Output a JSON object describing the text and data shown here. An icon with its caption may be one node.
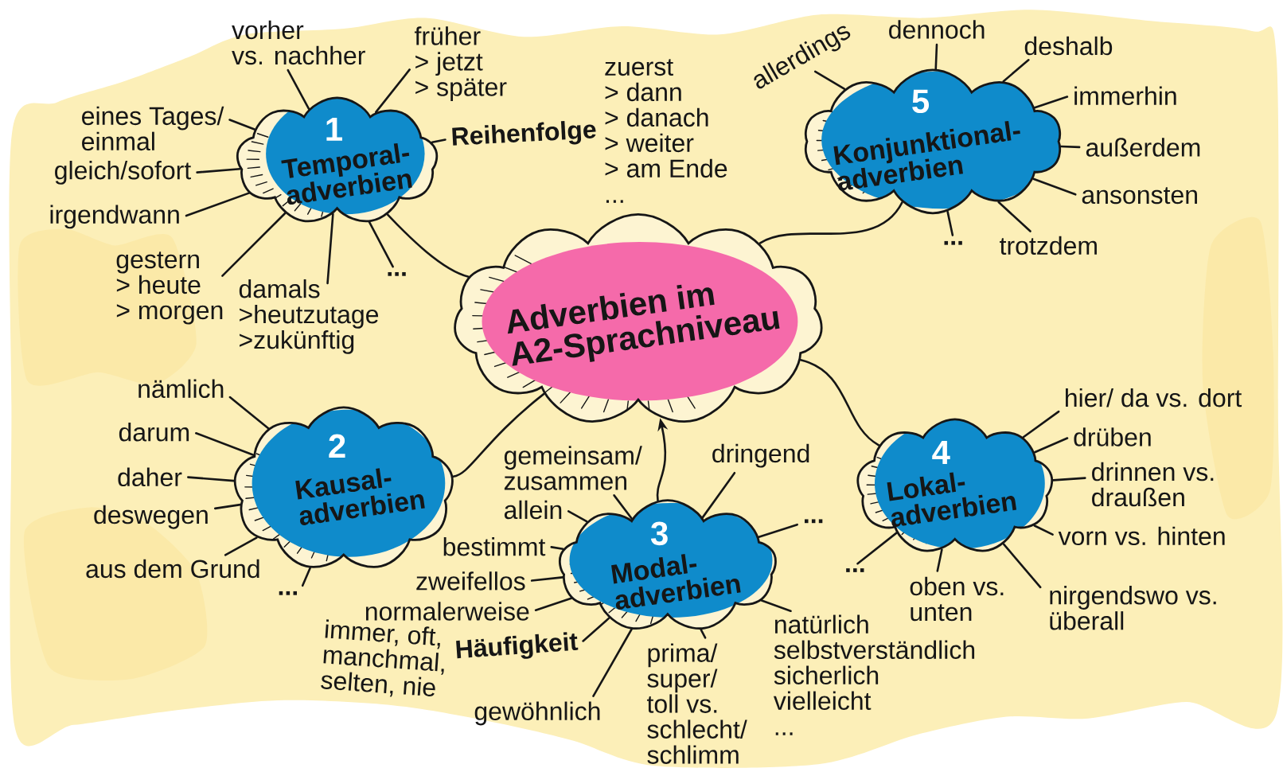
{
  "diagram": {
    "nodes": [
      {
        "text": [
          "Adverbien im A2-Sprachniveau"
        ]
      },
      {
        "text": [
          "1",
          "Temporal- adverbien"
        ]
      },
      {
        "text": [
          "2",
          "Kausal- adverbien"
        ]
      },
      {
        "text": [
          "3",
          "Modal- adverbien"
        ]
      },
      {
        "text": [
          "4",
          "Lokal- adverbien"
        ]
      },
      {
        "text": [
          "5",
          "Konjunktional- adverbien"
        ]
      },
      {
        "text": [
          "vorher vs. nachher"
        ]
      },
      {
        "text": [
          "früher > jetzt > später"
        ]
      },
      {
        "text": [
          "Reihenfolge"
        ],
        "beside": [
          "zuerst > dann > danach > weiter > am Ende ..."
        ]
      },
      {
        "text": [
          "eines Tages/ einmal"
        ]
      },
      {
        "text": [
          "gleich/sofort"
        ]
      },
      {
        "text": [
          "irgendwann"
        ]
      },
      {
        "text": [
          "gestern > heute > morgen"
        ]
      },
      {
        "text": [
          "damals >heutzutage >zukünftig"
        ]
      },
      {
        "text": [
          "..."
        ]
      },
      {
        "text": [
          "nämlich"
        ]
      },
      {
        "text": [
          "darum"
        ]
      },
      {
        "text": [
          "daher"
        ]
      },
      {
        "text": [
          "deswegen"
        ]
      },
      {
        "text": [
          "aus dem Grund"
        ]
      },
      {
        "text": [
          "..."
        ]
      },
      {
        "text": [
          "gemeinsam/ zusammen"
        ]
      },
      {
        "text": [
          "dringend"
        ]
      },
      {
        "text": [
          "allein"
        ]
      },
      {
        "text": [
          "..."
        ]
      },
      {
        "text": [
          "bestimmt"
        ]
      },
      {
        "text": [
          "zweifellos"
        ]
      },
      {
        "text": [
          "normalerweise"
        ]
      },
      {
        "text": [
          "Häufigkeit"
        ],
        "beside": [
          "immer, oft, manchmal, selten, nie"
        ]
      },
      {
        "text": [
          "prima/ super/ toll vs. schlecht/ schlimm"
        ]
      },
      {
        "text": [
          "natürlich selbstverständlich sicherlich vielleicht ..."
        ]
      },
      {
        "text": [
          "gewöhnlich"
        ]
      },
      {
        "text": [
          "hier/ da vs. dort"
        ]
      },
      {
        "text": [
          "drüben"
        ]
      },
      {
        "text": [
          "drinnen vs. draußen"
        ]
      },
      {
        "text": [
          "vorn vs. hinten"
        ]
      },
      {
        "text": [
          "..."
        ]
      },
      {
        "text": [
          "oben vs. unten"
        ]
      },
      {
        "text": [
          "nirgendswo vs. überall"
        ]
      },
      {
        "text": [
          "allerdings"
        ]
      },
      {
        "text": [
          "dennoch"
        ]
      },
      {
        "text": [
          "deshalb"
        ]
      },
      {
        "text": [
          "immerhin"
        ]
      },
      {
        "text": [
          "außerdem"
        ]
      },
      {
        "text": [
          "ansonsten"
        ]
      },
      {
        "text": [
          "..."
        ]
      },
      {
        "text": [
          "trotzdem"
        ]
      }
    ],
    "edges": [
      {
        "from": 0,
        "to": 1,
        "arrow": "none"
      },
      {
        "from": 0,
        "to": 5,
        "arrow": "none"
      },
      {
        "from": 0,
        "to": 2,
        "arrow": "none"
      },
      {
        "from": 3,
        "to": 0,
        "arrow": "to"
      },
      {
        "from": 0,
        "to": 4,
        "arrow": "none"
      },
      {
        "from": 6,
        "to": 1,
        "arrow": "none"
      },
      {
        "from": 7,
        "to": 1,
        "arrow": "none"
      },
      {
        "from": 8,
        "to": 1,
        "arrow": "none"
      },
      {
        "from": 9,
        "to": 1,
        "arrow": "none"
      },
      {
        "from": 10,
        "to": 1,
        "arrow": "none"
      },
      {
        "from": 11,
        "to": 1,
        "arrow": "none"
      },
      {
        "from": 12,
        "to": 1,
        "arrow": "none"
      },
      {
        "from": 13,
        "to": 1,
        "arrow": "none"
      },
      {
        "from": 14,
        "to": 1,
        "arrow": "none"
      },
      {
        "from": 15,
        "to": 2,
        "arrow": "none"
      },
      {
        "from": 16,
        "to": 2,
        "arrow": "none"
      },
      {
        "from": 17,
        "to": 2,
        "arrow": "none"
      },
      {
        "from": 18,
        "to": 2,
        "arrow": "none"
      },
      {
        "from": 19,
        "to": 2,
        "arrow": "none"
      },
      {
        "from": 20,
        "to": 2,
        "arrow": "none"
      },
      {
        "from": 21,
        "to": 3,
        "arrow": "none"
      },
      {
        "from": 22,
        "to": 3,
        "arrow": "none"
      },
      {
        "from": 23,
        "to": 3,
        "arrow": "none"
      },
      {
        "from": 24,
        "to": 3,
        "arrow": "none"
      },
      {
        "from": 25,
        "to": 3,
        "arrow": "none"
      },
      {
        "from": 26,
        "to": 3,
        "arrow": "none"
      },
      {
        "from": 27,
        "to": 3,
        "arrow": "none"
      },
      {
        "from": 28,
        "to": 3,
        "arrow": "none"
      },
      {
        "from": 29,
        "to": 3,
        "arrow": "none"
      },
      {
        "from": 30,
        "to": 3,
        "arrow": "none"
      },
      {
        "from": 31,
        "to": 3,
        "arrow": "none"
      },
      {
        "from": 32,
        "to": 4,
        "arrow": "none"
      },
      {
        "from": 33,
        "to": 4,
        "arrow": "none"
      },
      {
        "from": 34,
        "to": 4,
        "arrow": "none"
      },
      {
        "from": 35,
        "to": 4,
        "arrow": "none"
      },
      {
        "from": 36,
        "to": 4,
        "arrow": "none"
      },
      {
        "from": 37,
        "to": 4,
        "arrow": "none"
      },
      {
        "from": 38,
        "to": 4,
        "arrow": "none"
      },
      {
        "from": 39,
        "to": 5,
        "arrow": "none"
      },
      {
        "from": 40,
        "to": 5,
        "arrow": "none"
      },
      {
        "from": 41,
        "to": 5,
        "arrow": "none"
      },
      {
        "from": 42,
        "to": 5,
        "arrow": "none"
      },
      {
        "from": 43,
        "to": 5,
        "arrow": "none"
      },
      {
        "from": 44,
        "to": 5,
        "arrow": "none"
      },
      {
        "from": 45,
        "to": 5,
        "arrow": "none"
      },
      {
        "from": 46,
        "to": 5,
        "arrow": "none"
      }
    ]
  }
}
